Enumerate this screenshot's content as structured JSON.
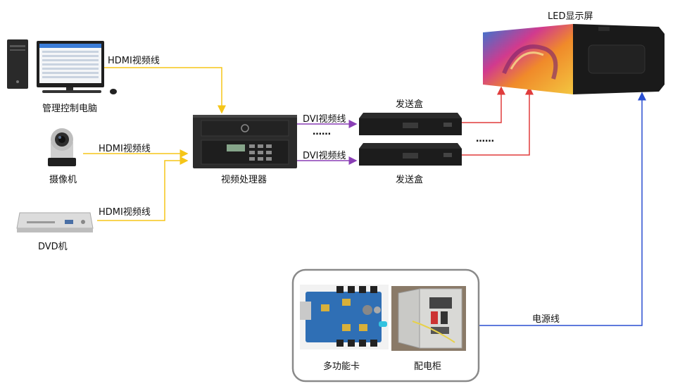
{
  "labels": {
    "pc": "管理控制电脑",
    "camera": "摄像机",
    "dvd": "DVD机",
    "processor": "视频处理器",
    "sender_top": "发送盒",
    "sender_bottom": "发送盒",
    "led": "LED显示屏",
    "multi_card": "多功能卡",
    "cabinet": "配电柜"
  },
  "cables": {
    "hdmi_pc": "HDMI视频线",
    "hdmi_camera": "HDMI视频线",
    "hdmi_dvd": "HDMI视频线",
    "dvi_top": "DVI视频线",
    "dvi_bottom": "DVI视频线",
    "power": "电源线"
  },
  "ellipsis": {
    "between_dvi": "……",
    "between_senders": "……"
  },
  "colors": {
    "hdmi": "#f5c518",
    "dvi": "#8a3fb5",
    "net": "#e03c3c",
    "power": "#2a4fd1",
    "group_border": "#8a8a8a"
  }
}
